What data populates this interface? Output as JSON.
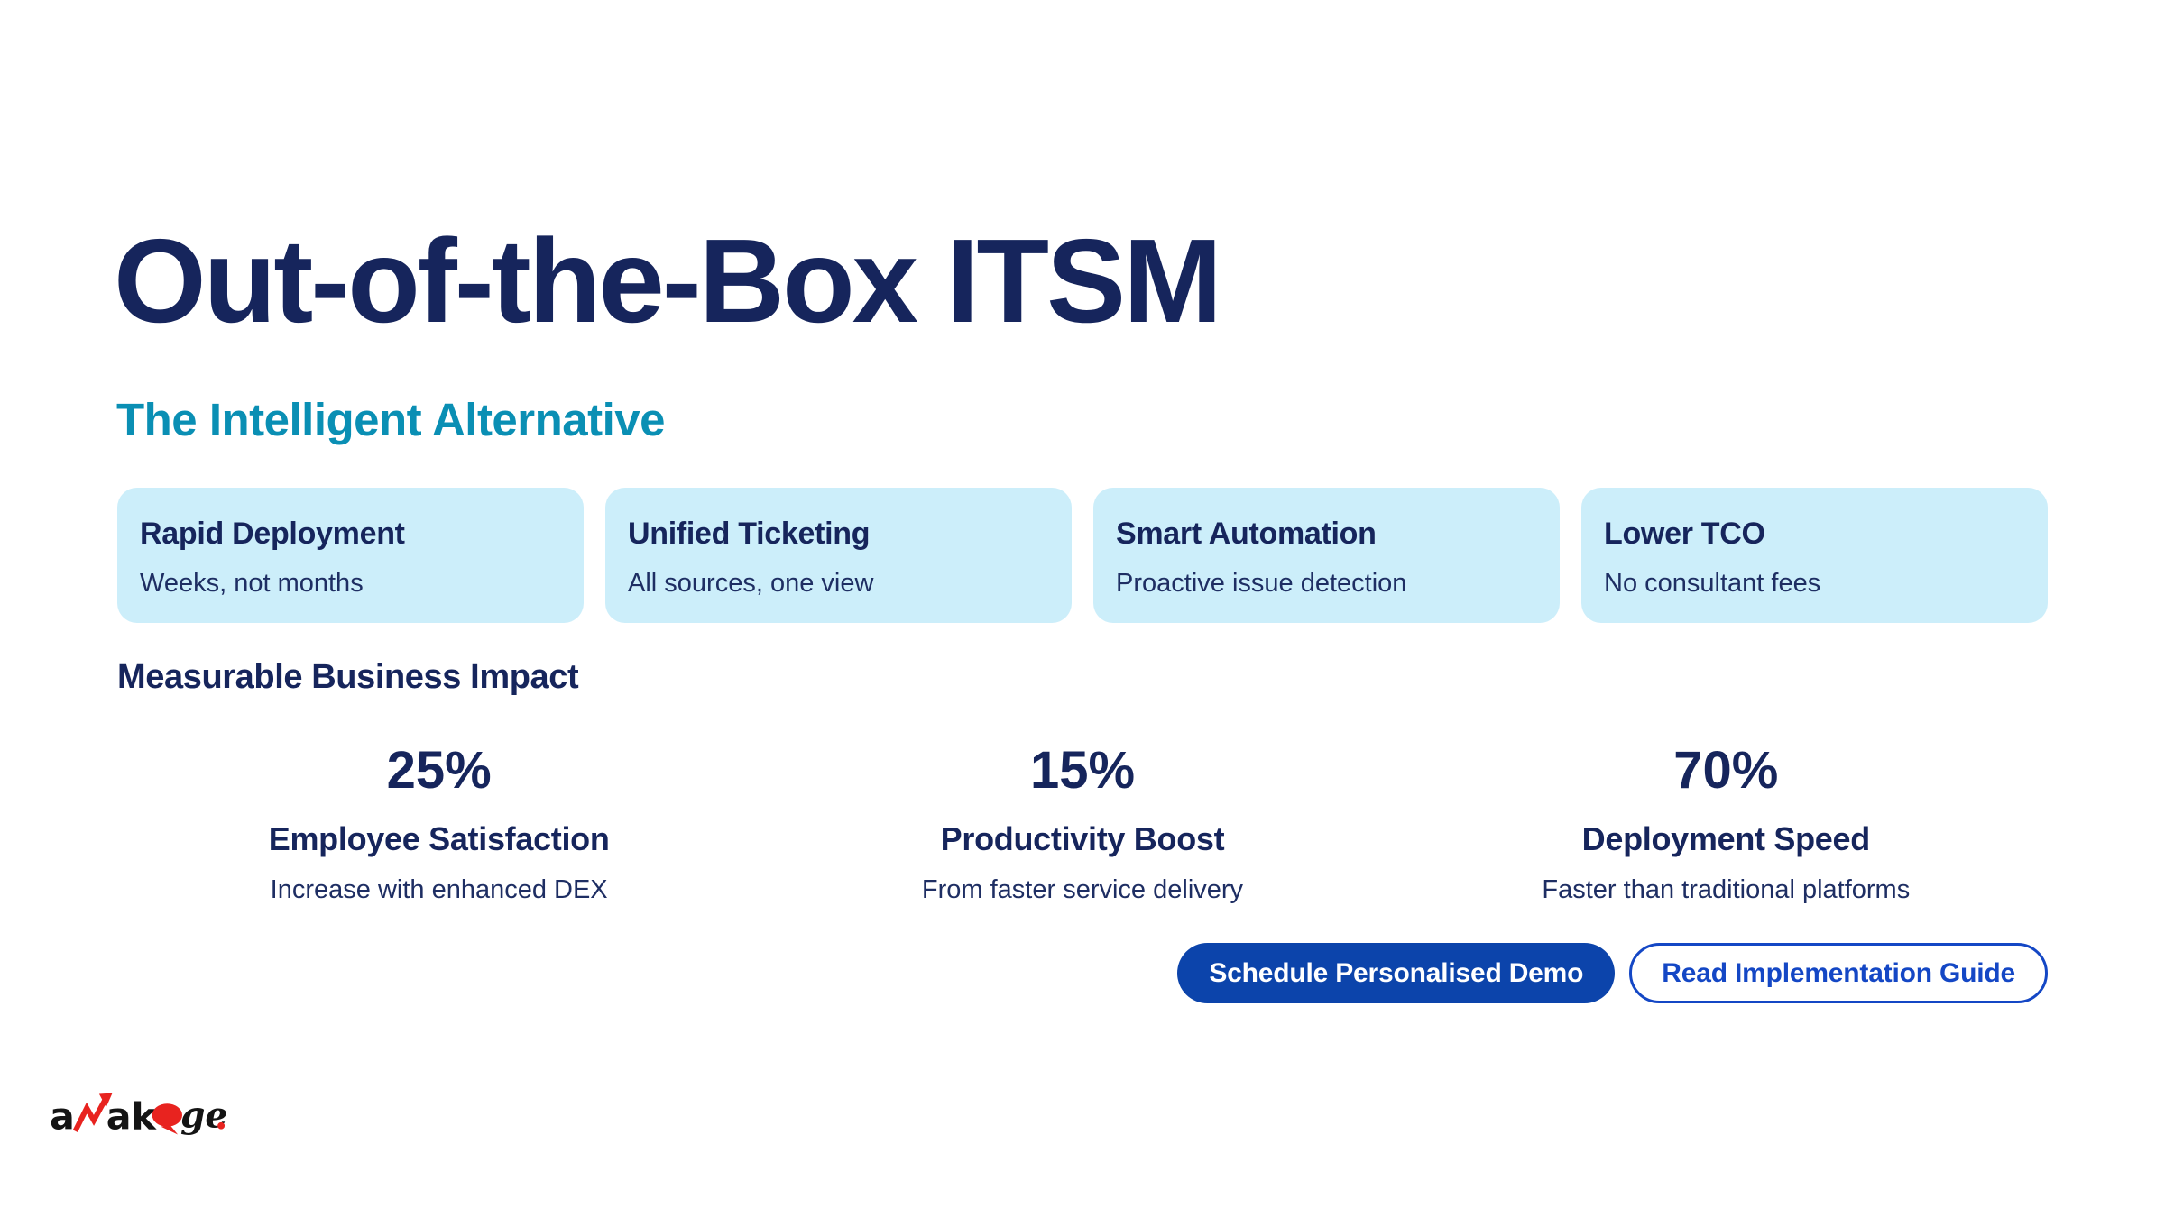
{
  "page": {
    "background": "#ffffff"
  },
  "colors": {
    "page_bg": "#ffffff",
    "navy": "#16255c",
    "body_navy": "#1e2e63",
    "teal": "#0a8fb4",
    "card_bg": "#cceefa",
    "primary_button_bg": "#0c44ab",
    "primary_button_text": "#ffffff",
    "secondary_button_blue": "#1447c5",
    "logo_red": "#e8231f",
    "logo_black": "#141414"
  },
  "header": {
    "title": "Out-of-the-Box ITSM",
    "subtitle": "The Intelligent Alternative"
  },
  "feature_cards": [
    {
      "title": "Rapid Deployment",
      "subtitle": "Weeks, not months"
    },
    {
      "title": "Unified Ticketing",
      "subtitle": "All sources, one view"
    },
    {
      "title": "Smart Automation",
      "subtitle": "Proactive issue detection"
    },
    {
      "title": "Lower TCO",
      "subtitle": "No consultant fees"
    }
  ],
  "impact": {
    "heading": "Measurable Business Impact",
    "stats": [
      {
        "value": "25%",
        "label": "Employee Satisfaction",
        "description": "Increase with enhanced DEX"
      },
      {
        "value": "15%",
        "label": "Productivity Boost",
        "description": "From faster service delivery"
      },
      {
        "value": "70%",
        "label": "Deployment Speed",
        "description": "Faster than traditional platforms"
      }
    ]
  },
  "cta": {
    "primary_label": "Schedule Personalised Demo",
    "secondary_label": "Read Implementation Guide"
  },
  "logo": {
    "wordmark": "anakage",
    "part1": "a",
    "part2": "ak",
    "part3": "ge"
  }
}
